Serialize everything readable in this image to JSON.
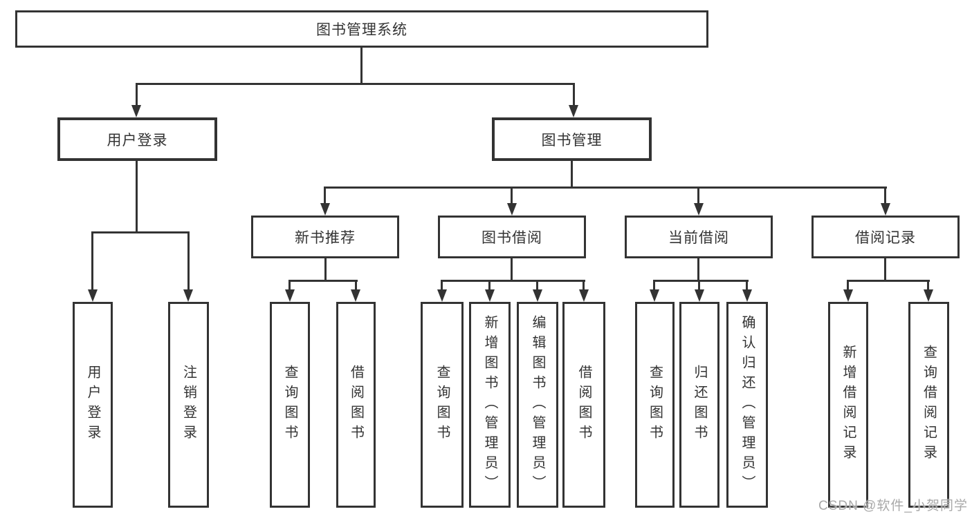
{
  "root": {
    "label": "图书管理系统"
  },
  "level2": [
    {
      "label": "用户登录"
    },
    {
      "label": "图书管理"
    }
  ],
  "level3": [
    {
      "label": "新书推荐"
    },
    {
      "label": "图书借阅"
    },
    {
      "label": "当前借阅"
    },
    {
      "label": "借阅记录"
    }
  ],
  "leaves": {
    "user_login": [
      {
        "label": "用户登录"
      },
      {
        "label": "注销登录"
      }
    ],
    "new_book_recommend": [
      {
        "label": "查询图书"
      },
      {
        "label": "借阅图书"
      }
    ],
    "book_borrow": [
      {
        "label": "查询图书"
      },
      {
        "label": "新增图书（管理员）"
      },
      {
        "label": "编辑图书（管理员）"
      },
      {
        "label": "借阅图书"
      }
    ],
    "current_borrow": [
      {
        "label": "查询图书"
      },
      {
        "label": "归还图书"
      },
      {
        "label": "确认归还（管理员）"
      }
    ],
    "borrow_record": [
      {
        "label": "新增借阅记录"
      },
      {
        "label": "查询借阅记录"
      }
    ]
  },
  "watermark": "CSDN @软件_小贺同学",
  "colors": {
    "line": "#333333",
    "text": "#333333",
    "box_fill": "#ffffff",
    "background": "#ffffff",
    "watermark": "#a9a9a9"
  }
}
